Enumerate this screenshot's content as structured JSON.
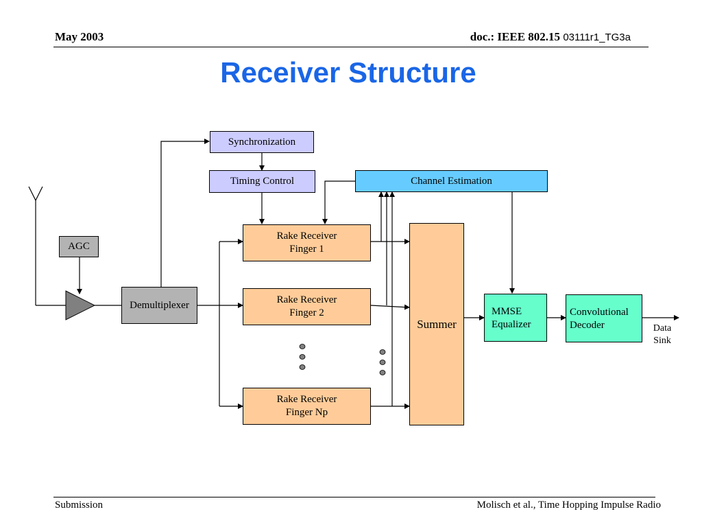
{
  "header": {
    "date": "May 2003",
    "doc_prefix": "doc.: IEEE 802.15",
    "doc_number": "03111r1_TG3a"
  },
  "title": "Receiver Structure",
  "blocks": {
    "synchronization": "Synchronization",
    "timing_control": "Timing Control",
    "channel_estimation": "Channel Estimation",
    "agc": "AGC",
    "demultiplexer": "Demultiplexer",
    "finger1": [
      "Rake Receiver",
      "Finger 1"
    ],
    "finger2": [
      "Rake Receiver",
      "Finger 2"
    ],
    "fingerNp": [
      "Rake Receiver",
      "Finger Np"
    ],
    "summer": "Summer",
    "mmse": [
      "MMSE",
      "Equalizer"
    ],
    "decoder": [
      "Convolutional",
      "Decoder"
    ]
  },
  "output_label": [
    "Data",
    "Sink"
  ],
  "footer": {
    "left": "Submission",
    "right": "Molisch et al., Time  Hopping Impulse Radio"
  }
}
